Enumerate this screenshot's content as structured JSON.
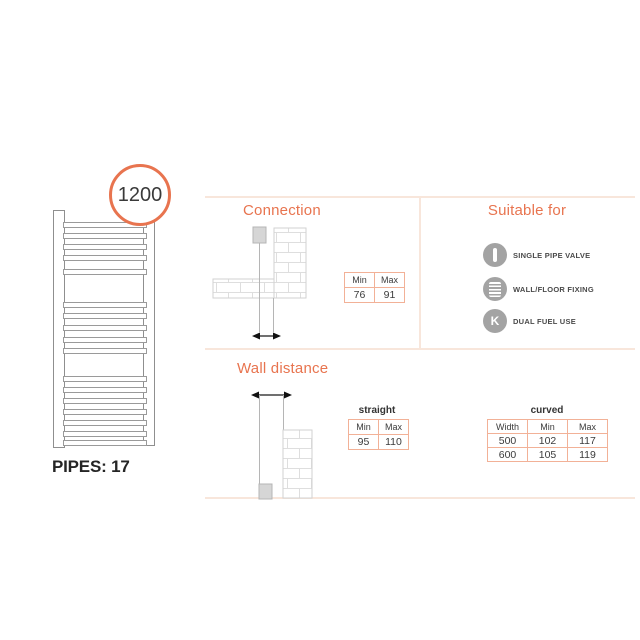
{
  "colors": {
    "accent": "#e8744f",
    "table_border": "#f2b197",
    "divider": "#f8e6db",
    "icon_gray": "#a3a3a3"
  },
  "radiator": {
    "size_label": "1200",
    "pipes_label": "PIPES: 17"
  },
  "sections": {
    "connection": {
      "title": "Connection",
      "table": {
        "headers": [
          "Min",
          "Max"
        ],
        "rows": [
          [
            "76",
            "91"
          ]
        ]
      }
    },
    "suitable_for": {
      "title": "Suitable for",
      "items": [
        {
          "icon": "single-pipe-valve-icon",
          "label": "SINGLE PIPE VALVE"
        },
        {
          "icon": "wall-floor-fixing-icon",
          "label": "WALL/FLOOR FIXING"
        },
        {
          "icon": "dual-fuel-icon",
          "label": "DUAL FUEL USE",
          "glyph": "K"
        }
      ]
    },
    "wall_distance": {
      "title": "Wall distance",
      "straight_table": {
        "caption": "straight",
        "headers": [
          "Min",
          "Max"
        ],
        "rows": [
          [
            "95",
            "110"
          ]
        ]
      },
      "curved_table": {
        "caption": "curved",
        "headers": [
          "Width",
          "Min",
          "Max"
        ],
        "rows": [
          [
            "500",
            "102",
            "117"
          ],
          [
            "600",
            "105",
            "119"
          ]
        ]
      }
    }
  }
}
